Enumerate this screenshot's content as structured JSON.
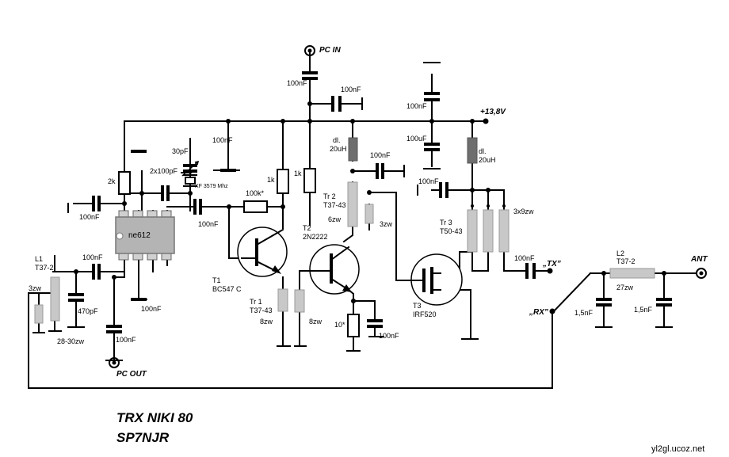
{
  "title": {
    "line1": "TRX NIKI  80",
    "line2": "SP7NJR"
  },
  "website": "yl2gl.ucoz.net",
  "terminals": {
    "pc_in": "PC IN",
    "pc_out": "PC OUT",
    "ant": "ANT",
    "supply": "+13,8V",
    "tx": "„TX”",
    "rx": "„RX”"
  },
  "ic": {
    "name": "ne612"
  },
  "crystal": {
    "label": "XF 3579 Mhz"
  },
  "transistors": {
    "t1": {
      "name": "T1",
      "type": "BC547 C"
    },
    "t2": {
      "name": "T2",
      "type": "2N2222"
    },
    "t3": {
      "name": "T3",
      "type": "IRF520"
    }
  },
  "inductors": {
    "l1": {
      "name": "L1",
      "core": "T37-2",
      "turns": "28-30zw",
      "tap": "3zw"
    },
    "l2": {
      "name": "L2",
      "core": "T37-2",
      "turns": "27zw"
    },
    "tr1": {
      "name": "Tr 1",
      "core": "T37-43",
      "turns_a": "8zw",
      "turns_b": "8zw"
    },
    "tr2": {
      "name": "Tr 2",
      "core": "T37-43",
      "turns_a": "6zw",
      "turns_b": "3zw"
    },
    "tr3": {
      "name": "Tr 3",
      "core": "T50-43",
      "turns": "3x9zw"
    },
    "choke1": {
      "line1": "dl.",
      "line2": "20uH"
    },
    "choke2": {
      "line1": "dl.",
      "line2": "20uH"
    }
  },
  "resistors": {
    "r_2k": "2k",
    "r_1k_a": "1k",
    "r_1k_b": "1k",
    "r_100k": "100k*",
    "r_10": "10*"
  },
  "capacitors": {
    "c_pcin": "100nF",
    "c_pcin_bypass": "100nF",
    "c_vcc_ic": "100nF",
    "c_30p": "30pF",
    "c_2x100p": "2x100pF",
    "c_osc_gnd": "100nF",
    "c_ic_out": "100nF",
    "c_l1_in": "100nF",
    "c_470p": "470pF",
    "c_pcout_gnd": "100nF",
    "c_pcout": "100nF",
    "c_top_right": "100nF",
    "c_100u_a": "100uF",
    "c_tr2": "100nF",
    "c_tr3": "100nF",
    "c_emitter": "100nF",
    "c_tx": "100nF",
    "c_15n_a": "1,5nF",
    "c_15n_b": "1,5nF"
  }
}
